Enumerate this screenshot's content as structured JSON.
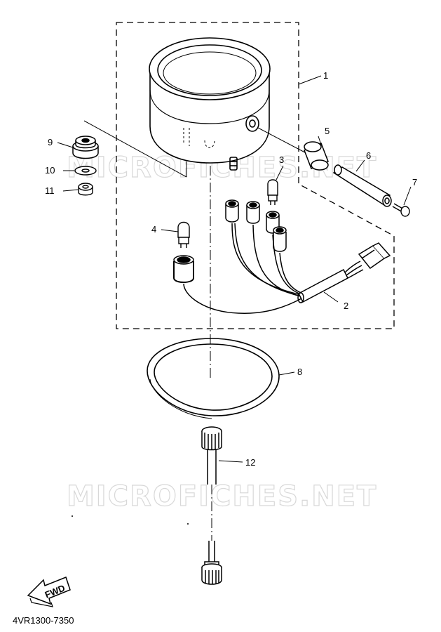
{
  "watermark": "MICROFICHES.NET",
  "diagram_code": "4VR1300-7350",
  "fwd_label": "FWD",
  "callouts": [
    {
      "id": "1",
      "part": "meter-assembly"
    },
    {
      "id": "2",
      "part": "wire-harness"
    },
    {
      "id": "3",
      "part": "bulb"
    },
    {
      "id": "4",
      "part": "bulb"
    },
    {
      "id": "5",
      "part": "grommet"
    },
    {
      "id": "6",
      "part": "knob"
    },
    {
      "id": "7",
      "part": "screw"
    },
    {
      "id": "8",
      "part": "gasket-ring"
    },
    {
      "id": "9",
      "part": "damper"
    },
    {
      "id": "10",
      "part": "washer"
    },
    {
      "id": "11",
      "part": "nut"
    },
    {
      "id": "12",
      "part": "meter-cable"
    }
  ]
}
